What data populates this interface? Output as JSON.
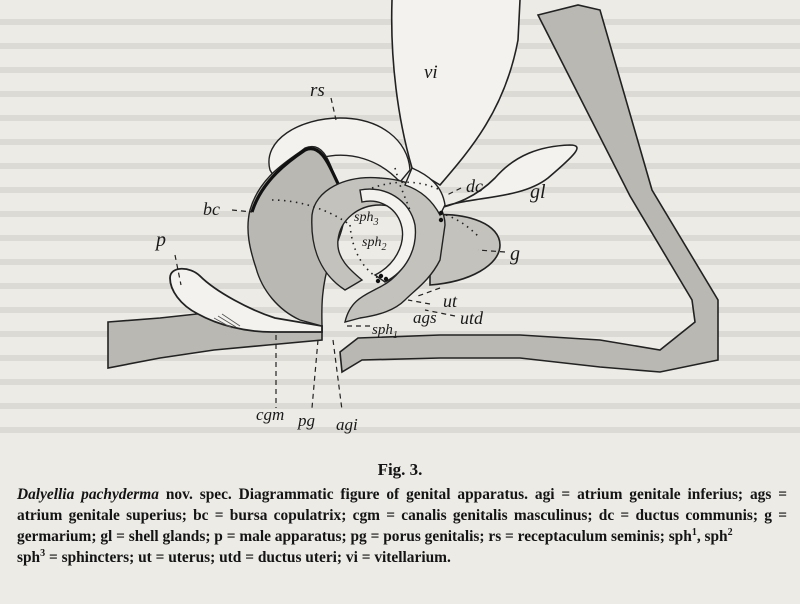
{
  "labels": {
    "vi": "vi",
    "rs": "rs",
    "dc": "dc",
    "gl": "gl",
    "bc": "bc",
    "sph3": "sph",
    "sph3_sub": "3",
    "sph2": "sph",
    "sph2_sub": "2",
    "g": "g",
    "p": "p",
    "ut": "ut",
    "ags": "ags",
    "utd": "utd",
    "sph1": "sph",
    "sph1_sub": "1",
    "cgm": "cgm",
    "pg": "pg",
    "agi": "agi"
  },
  "figure_title": "Fig. 3.",
  "caption": {
    "lead": "Dalyellia pachyderma",
    "text": " nov. spec. Diagrammatic figure of genital apparatus. agi = atrium genitale inferius; ags = atrium genitale superius; bc = bursa copulatrix; cgm = canalis genitalis masculinus; dc = ductus communis; g = germarium; gl = shell glands; p = male apparatus; pg = porus genitalis; rs = receptaculum seminis; sph",
    "sup1": "1",
    "sep1": ", sph",
    "sup2": "2",
    "sep2": " sph",
    "sup3": "3",
    "tail": " = sphincters; ut = uterus; utd = ductus uteri; vi = vitellarium."
  }
}
